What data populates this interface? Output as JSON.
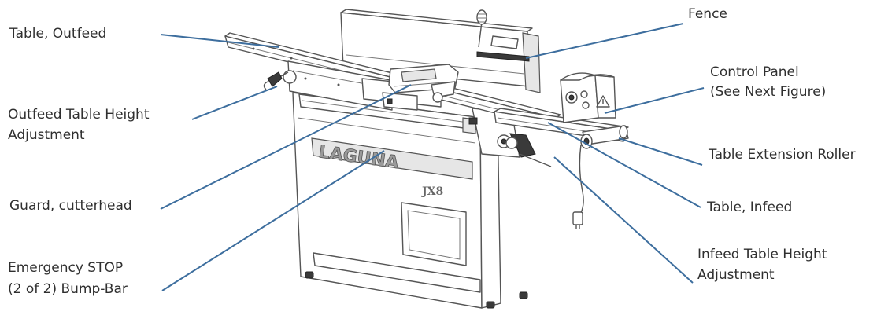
{
  "labels": {
    "table_outfeed": "Table, Outfeed",
    "fence": "Fence",
    "control_panel_1": "Control Panel",
    "control_panel_2": "(See Next Figure)",
    "outfeed_height_1": "Outfeed Table Height",
    "outfeed_height_2": "Adjustment",
    "table_ext_roller": "Table Extension Roller",
    "guard_cutterhead": "Guard, cutterhead",
    "table_infeed": "Table, Infeed",
    "emergency_stop_1": "Emergency STOP",
    "emergency_stop_2": "(2 of 2) Bump-Bar",
    "infeed_height_1": "Infeed Table Height",
    "infeed_height_2": "Adjustment"
  },
  "machine": {
    "brand": "LAGUNA",
    "model": "JX8"
  },
  "colors": {
    "leader_line": "#3d6e9e",
    "text": "#2f2f2f",
    "outline": "#555555"
  }
}
